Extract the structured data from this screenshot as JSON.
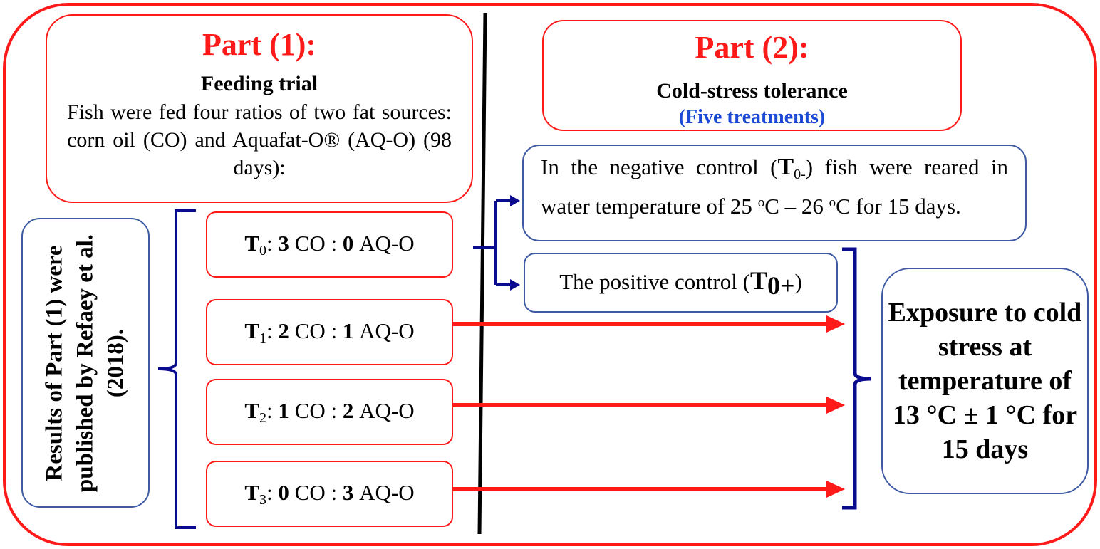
{
  "part1": {
    "title": "Part (1):",
    "subtitle": "Feeding trial",
    "description": "Fish were fed four ratios of two fat sources: corn oil (CO) and Aquafat-O® (AQ-O) (98 days):"
  },
  "part2": {
    "title": "Part (2):",
    "subtitle": "Cold-stress tolerance",
    "note": "(Five treatments)"
  },
  "results_note": "Results of Part (1) were published by Refaey et al. (2018).",
  "treatments": [
    {
      "name": "T",
      "sub": "0",
      "co": "3",
      "co_unit": "CO",
      "sep": ":",
      "aq": "0",
      "aq_unit": "AQ-O"
    },
    {
      "name": "T",
      "sub": "1",
      "co": "2",
      "co_unit": "CO",
      "sep": ":",
      "aq": "1",
      "aq_unit": "AQ-O"
    },
    {
      "name": "T",
      "sub": "2",
      "co": "1",
      "co_unit": "CO",
      "sep": ":",
      "aq": "2",
      "aq_unit": "AQ-O"
    },
    {
      "name": "T",
      "sub": "3",
      "co": "0",
      "co_unit": "CO",
      "sep": ":",
      "aq": "3",
      "aq_unit": "AQ-O"
    }
  ],
  "negative_control": {
    "text_before": "In the negative control (",
    "label": "T",
    "label_sub": "0-",
    "text_after": ") fish were reared in water temperature of 25",
    "deg1": "o",
    "mid": "C – 26",
    "deg2": "o",
    "end": "C for 15 days."
  },
  "positive_control": {
    "text_before": "The positive control (",
    "label": "T",
    "label_sub": "0+",
    "text_after": ")"
  },
  "exposure": "Exposure to cold stress at temperature of 13 °C ± 1 °C for 15 days",
  "colors": {
    "red": "#ff1a1a",
    "blue_border": "#3e5aa3",
    "brace_blue": "#0b0b8f",
    "note_blue": "#1b4bd6",
    "divider": "#000000"
  }
}
